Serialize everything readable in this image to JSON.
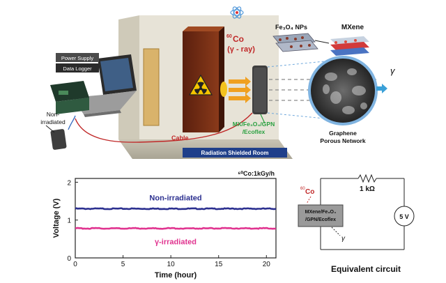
{
  "schematic": {
    "power_supply": "Power Supply",
    "data_logger": "Data Logger",
    "non_irradiated_line1": "Non-",
    "non_irradiated_line2": "irradiated",
    "cable": "Cable",
    "room_label": "Radiation Shielded Room",
    "source_sup": "60",
    "source_el": "Co",
    "source_ray": "(γ - ray)",
    "fe3o4": "Fe₃O₄ NPs",
    "mxene": "MXene",
    "sample_line1": "MX/Fe₃O₄/GPN",
    "sample_line2": "/Ecoflex",
    "graphene_line1": "Graphene",
    "graphene_line2": "Porous Network",
    "gamma": "γ"
  },
  "chart_data": {
    "type": "line",
    "title": "⁶⁰Co:1kGy/h",
    "xlabel": "Time (hour)",
    "ylabel": "Voltage (V)",
    "xlim": [
      0,
      21
    ],
    "ylim": [
      0,
      2.1
    ],
    "xticks": [
      "0",
      "5",
      "10",
      "15",
      "20"
    ],
    "yticks": [
      "0",
      "1",
      "2"
    ],
    "series": [
      {
        "name": "Non-irradiated",
        "value": 1.3,
        "color": "#2b2f8f"
      },
      {
        "name": "γ-irradiated",
        "value": 0.78,
        "color": "#e0338f"
      }
    ]
  },
  "circuit": {
    "resistor": "1 kΩ",
    "source": "5 V",
    "co_sup": "60",
    "co_el": "Co",
    "sample_line1": "MXene/Fe₃O₄",
    "sample_line2": "/GPN/Ecoflex",
    "gamma": "γ",
    "caption": "Equivalent circuit"
  }
}
